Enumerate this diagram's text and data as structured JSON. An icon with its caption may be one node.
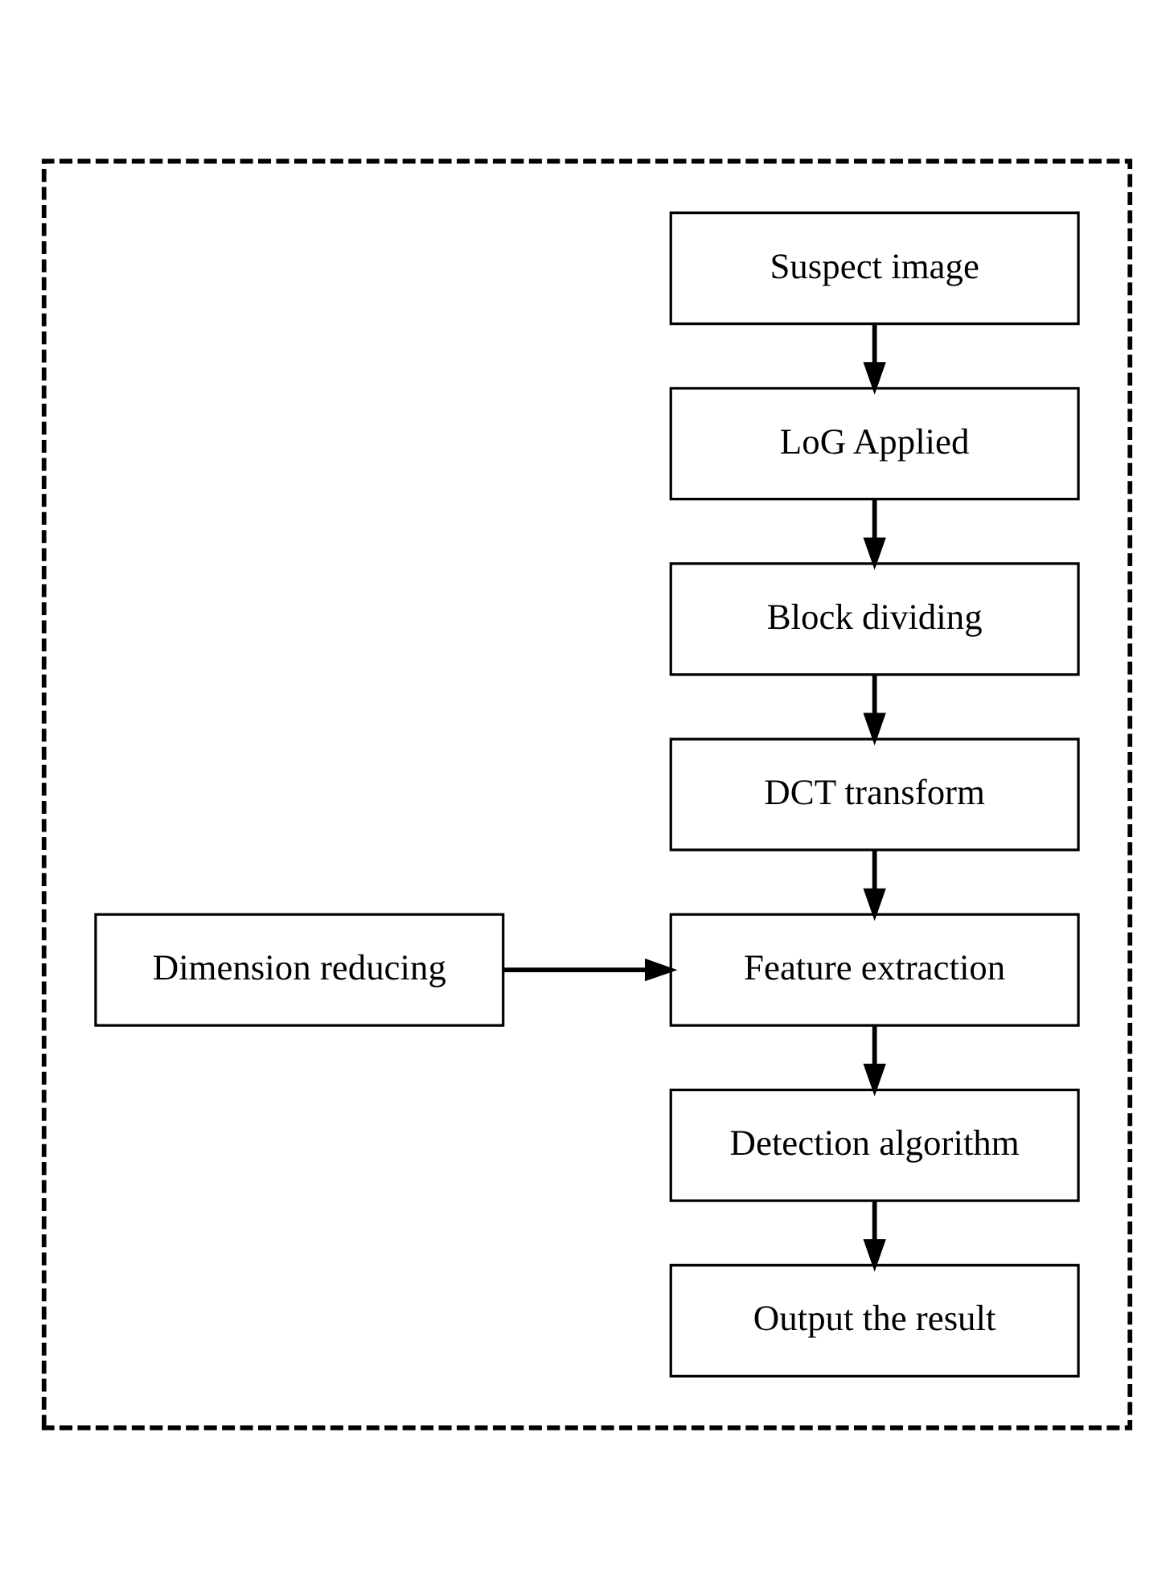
{
  "diagram": {
    "nodes": [
      {
        "text": [],
        "shape": "box"
      },
      {
        "text": [
          "Suspect image"
        ],
        "in": 0
      },
      {
        "text": [
          "LoG Applied"
        ],
        "in": 0
      },
      {
        "text": [
          "Block dividing"
        ],
        "in": 0
      },
      {
        "text": [
          "DCT transform"
        ],
        "in": 0
      },
      {
        "text": [
          "Feature extraction"
        ],
        "in": 0
      },
      {
        "text": [
          "Dimension reducing"
        ],
        "in": 0
      },
      {
        "text": [
          "Detection algorithm"
        ],
        "in": 0
      },
      {
        "text": [
          "Output the result"
        ],
        "in": 0
      }
    ],
    "edges": [
      {
        "from": 1,
        "to": 2,
        "arrow": "to"
      },
      {
        "from": 2,
        "to": 3,
        "arrow": "to"
      },
      {
        "from": 3,
        "to": 4,
        "arrow": "to"
      },
      {
        "from": 4,
        "to": 5,
        "arrow": "to"
      },
      {
        "from": 6,
        "to": 5,
        "arrow": "to"
      },
      {
        "from": 5,
        "to": 7,
        "arrow": "to"
      },
      {
        "from": 7,
        "to": 8,
        "arrow": "to"
      }
    ]
  }
}
